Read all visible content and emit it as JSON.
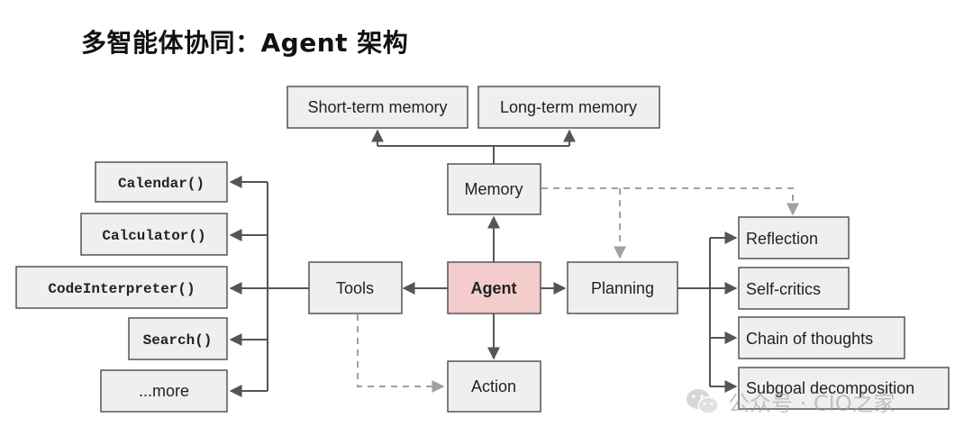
{
  "title": "多智能体协同：Agent 架构",
  "nodes": {
    "short_term_memory": "Short-term memory",
    "long_term_memory": "Long-term memory",
    "memory": "Memory",
    "agent": "Agent",
    "tools": "Tools",
    "planning": "Planning",
    "action": "Action",
    "calendar": "Calendar()",
    "calculator": "Calculator()",
    "code_interpreter": "CodeInterpreter()",
    "search": "Search()",
    "more": "...more",
    "reflection": "Reflection",
    "self_critics": "Self-critics",
    "chain_of_thoughts": "Chain of thoughts",
    "subgoal_decomposition": "Subgoal decomposition"
  },
  "watermark": {
    "text": "公众号 · CIO之家",
    "icon": "wechat-icon"
  },
  "colors": {
    "node_fill": "#efefef",
    "agent_fill": "#f4cccc",
    "edge": "#555555",
    "dashed_edge": "#a0a0a0"
  }
}
